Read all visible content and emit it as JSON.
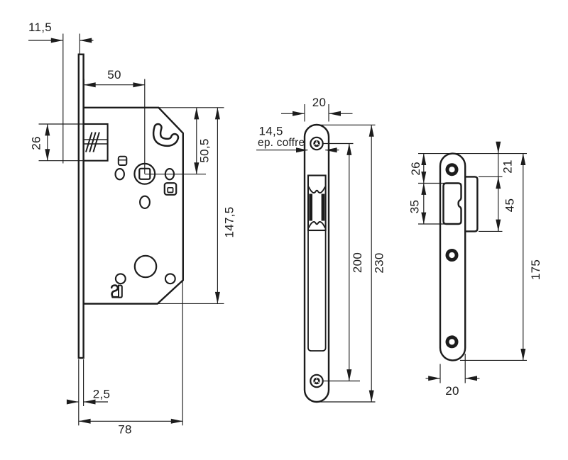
{
  "colors": {
    "ink": "#1c1c1c",
    "paper": "#ffffff"
  },
  "views": {
    "case_side": {
      "label": "lock case side view",
      "dims": {
        "latch_projection": "11,5",
        "backset": "50",
        "latch_height": "26",
        "top_to_spindle": "50,5",
        "case_height": "147,5",
        "faceplate_thickness": "2,5",
        "case_depth": "78"
      }
    },
    "faceplate_front": {
      "label": "faceplate front view",
      "dims": {
        "plate_width": "20",
        "case_thickness": "14,5",
        "case_thickness_note": "ep. coffre",
        "screw_spacing": "200",
        "plate_length": "230"
      }
    },
    "strike_plate": {
      "label": "strike plate front view",
      "dims": {
        "top_to_slot": "26",
        "slot_height": "35",
        "top_to_lip": "21",
        "lip_height": "45",
        "plate_length": "175",
        "plate_width": "20"
      }
    }
  }
}
